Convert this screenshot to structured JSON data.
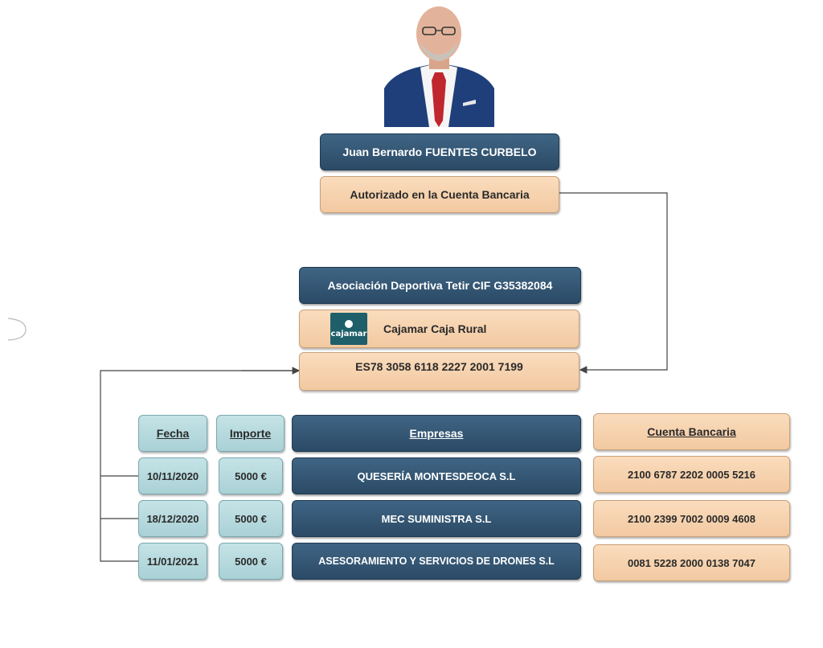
{
  "person": {
    "name": "Juan Bernardo FUENTES CURBELO",
    "role": "Autorizado en la Cuenta Bancaria"
  },
  "association": {
    "name": "Asociación Deportiva Tetir CIF G35382084",
    "bank": "Cajamar Caja Rural",
    "bank_logo_text": "cajamar",
    "iban": "ES78 3058 6118 2227 2001 7199"
  },
  "table": {
    "headers": {
      "date": "Fecha",
      "amount": "Importe",
      "company": "Empresas",
      "account": "Cuenta Bancaria"
    },
    "rows": [
      {
        "date": "10/11/2020",
        "amount": "5000 €",
        "company": "QUESERÍA MONTESDEOCA S.L",
        "account": "2100 6787 2202 0005 5216"
      },
      {
        "date": "18/12/2020",
        "amount": "5000 €",
        "company": "MEC SUMINISTRA S.L",
        "account": "2100 2399 7002 0009 4608"
      },
      {
        "date": "11/01/2021",
        "amount": "5000 €",
        "company": "ASESORAMIENTO Y SERVICIOS DE DRONES S.L",
        "account": "0081 5228 2000 0138 7047"
      }
    ]
  },
  "colors": {
    "navy": "#2b4a66",
    "peach": "#f2c9a1",
    "teal": "#a9d1d6",
    "connector": "#444444"
  }
}
